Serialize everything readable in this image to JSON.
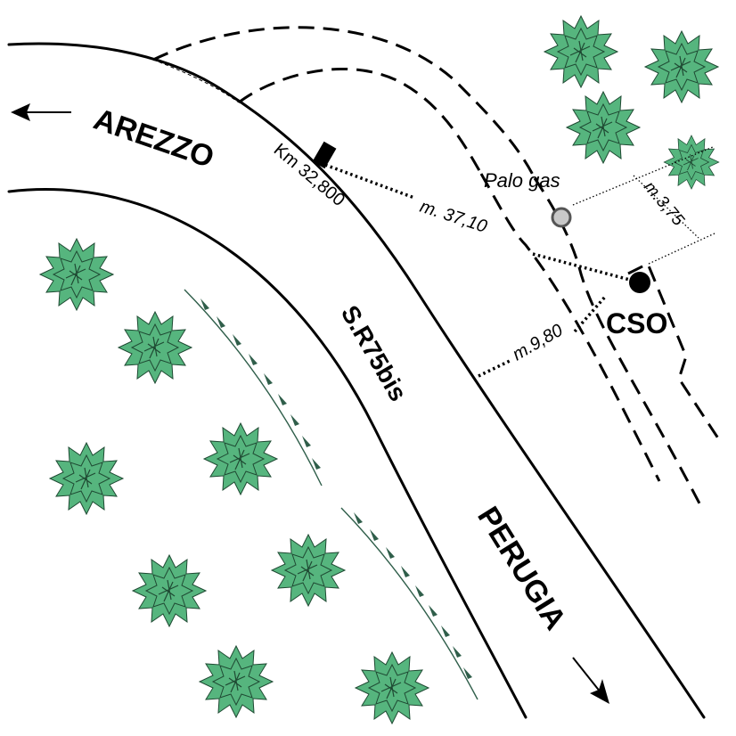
{
  "labels": {
    "arezzo": "AREZZO",
    "perugia": "PERUGIA",
    "road_name": "S.R75bis",
    "km_marker": "Km 32,800",
    "palo_gas": "Palo gas",
    "cso": "CSO",
    "dist_km_to_cso": "m. 37,10",
    "dist_road_to_cso": "m.9,80",
    "dist_gas_to_cso": "m.3,75"
  },
  "colors": {
    "tree_fill": "#56b57e",
    "tree_stroke": "#1f4a33",
    "embankment": "#2f5e4a",
    "gas_pole": "#c8c8c8",
    "line": "#000000"
  },
  "icons": {
    "tree": "tree-icon",
    "gas_pole": "gas-pole-icon",
    "cso_point": "cso-point-icon",
    "km_marker": "km-marker-icon"
  }
}
